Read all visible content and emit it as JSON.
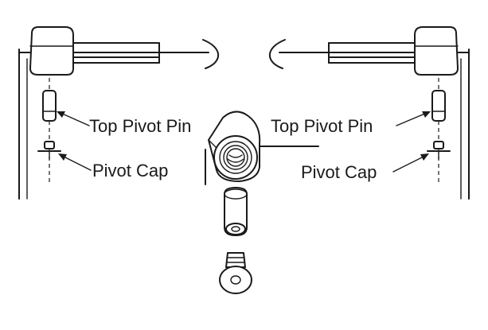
{
  "labels": {
    "top_pivot_pin_left": "Top Pivot Pin",
    "top_pivot_pin_right": "Top Pivot Pin",
    "pivot_cap_left": "Pivot Cap",
    "pivot_cap_right": "Pivot Cap"
  },
  "colors": {
    "line": "#1a1a1a",
    "background": "#ffffff"
  }
}
